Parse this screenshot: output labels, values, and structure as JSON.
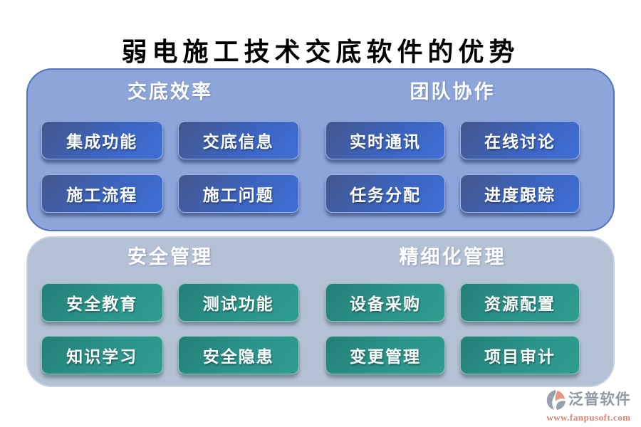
{
  "title": "弱电施工技术交底软件的优势",
  "panels": [
    {
      "id": "blue-panel",
      "groups": [
        {
          "header": "交底效率",
          "buttons": [
            "集成功能",
            "交底信息",
            "施工流程",
            "施工问题"
          ]
        },
        {
          "header": "团队协作",
          "buttons": [
            "实时通讯",
            "在线讨论",
            "任务分配",
            "进度跟踪"
          ]
        }
      ]
    },
    {
      "id": "green-panel",
      "groups": [
        {
          "header": "安全管理",
          "buttons": [
            "安全教育",
            "测试功能",
            "知识学习",
            "安全隐患"
          ]
        },
        {
          "header": "精细化管理",
          "buttons": [
            "设备采购",
            "资源配置",
            "变更管理",
            "项目审计"
          ]
        }
      ]
    }
  ],
  "footer": {
    "brand": "泛普软件",
    "url": "www.fanpusoft.com",
    "logo_icon": "fanpu-swirl-logo"
  },
  "colors": {
    "panel_top_bg": "#8da5d9",
    "panel_top_border": "#5573c2",
    "panel_bottom_bg": "#b4c0d4",
    "blue_button": "#3f6ed4",
    "green_button": "#2b948a",
    "button_text": "#ffffff",
    "title_color": "#000000",
    "brand_gray": "#939aa6",
    "brand_salmon": "#e2836b"
  }
}
